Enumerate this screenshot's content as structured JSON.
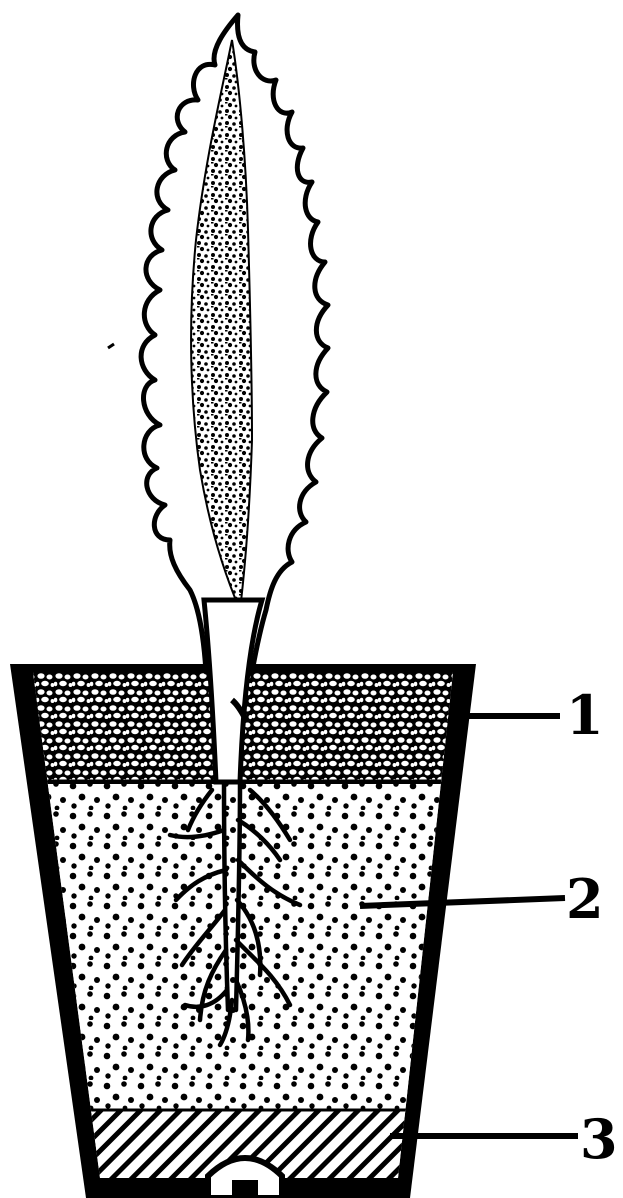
{
  "diagram": {
    "labels": [
      {
        "id": "1",
        "text": "1"
      },
      {
        "id": "2",
        "text": "2"
      },
      {
        "id": "3",
        "text": "3"
      }
    ]
  }
}
